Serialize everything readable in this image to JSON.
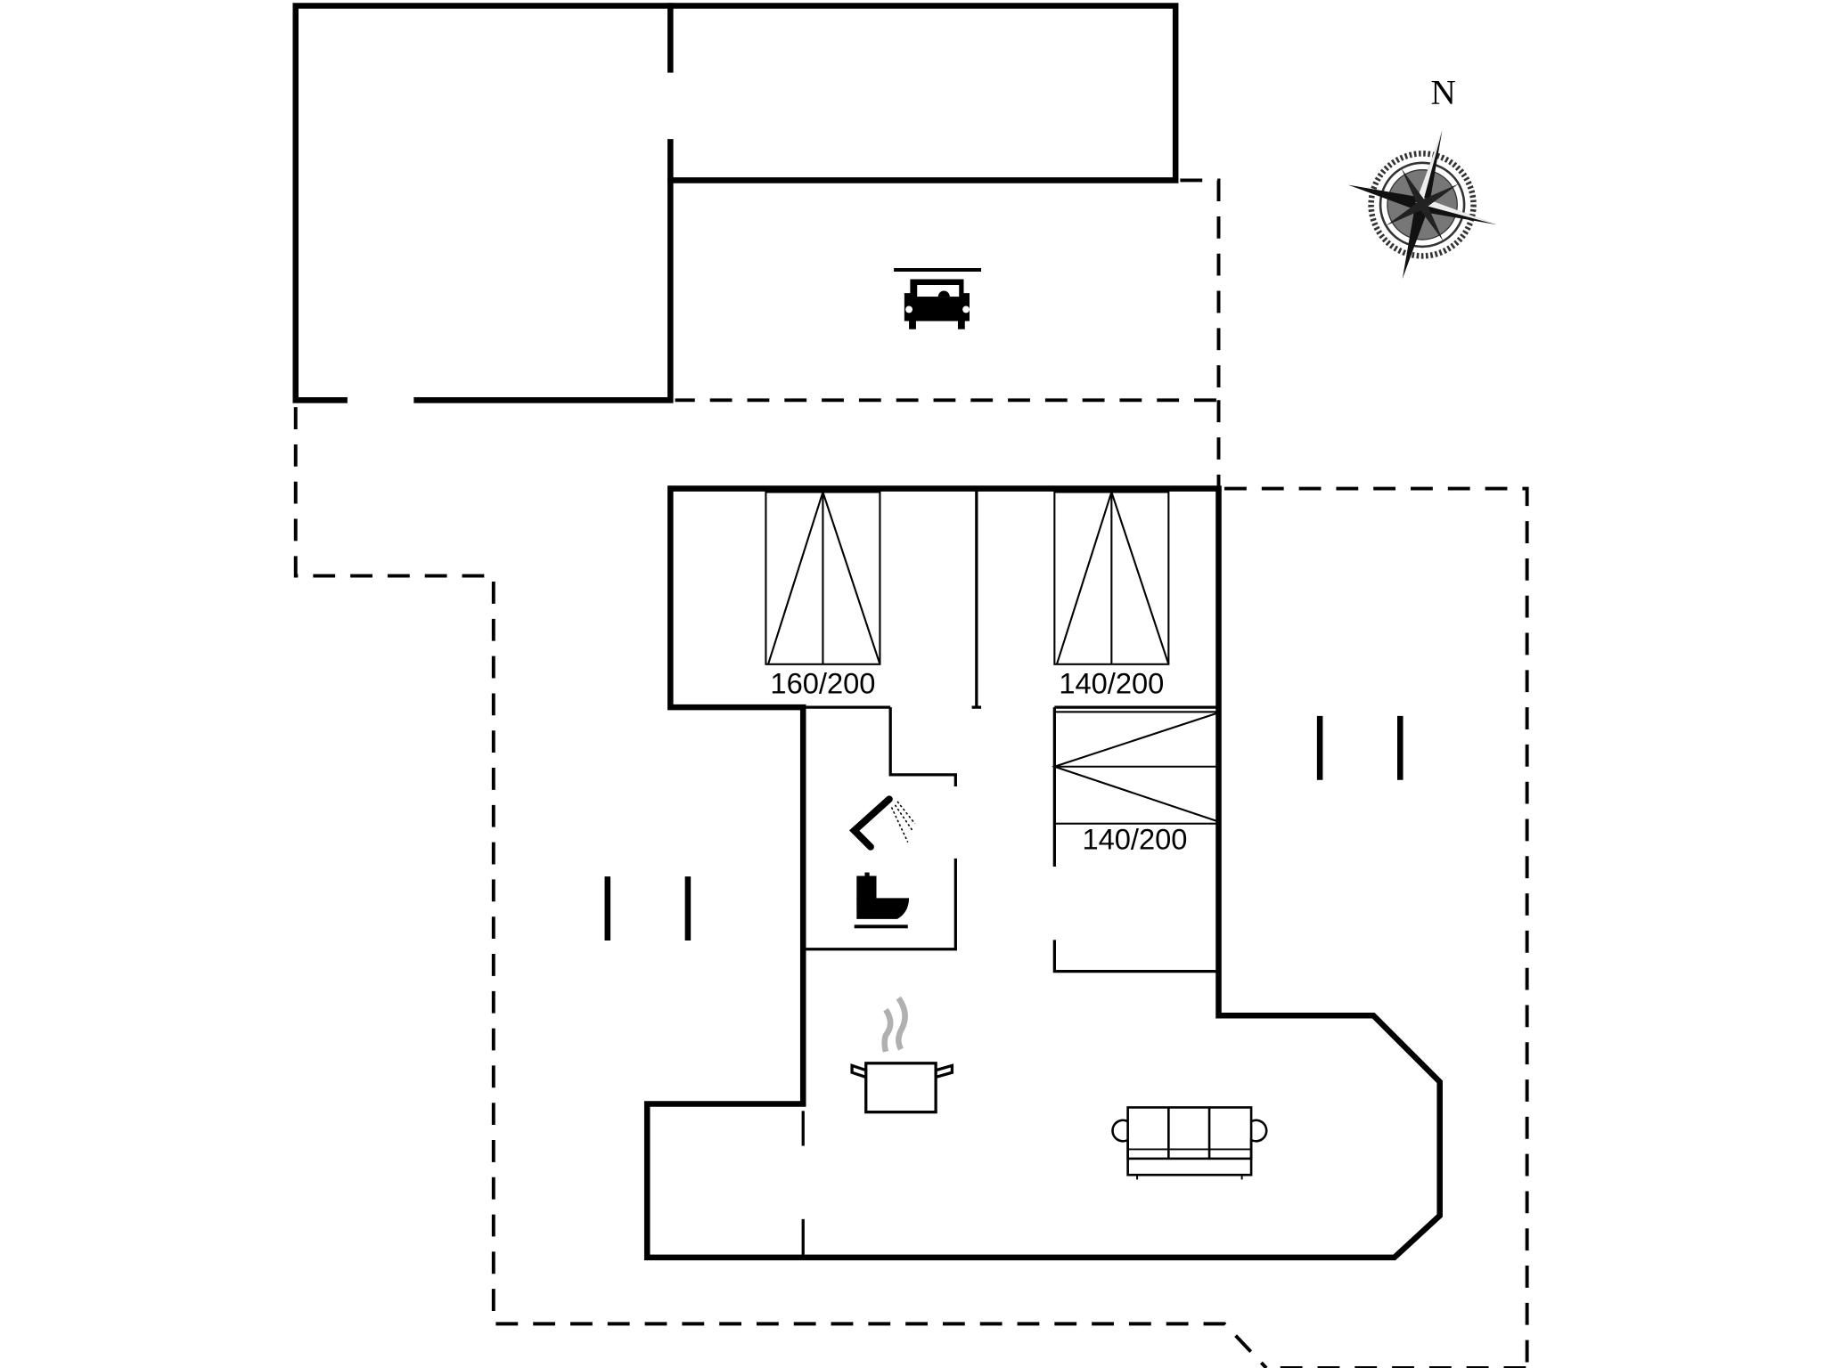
{
  "diagram": {
    "type": "floor-plan",
    "compass": {
      "label": "N"
    },
    "rooms": [
      {
        "id": "carport",
        "icon": "car-icon"
      },
      {
        "id": "bedroom-1",
        "bed_label": "160/200"
      },
      {
        "id": "bedroom-2",
        "bed_label": "140/200"
      },
      {
        "id": "bedroom-3",
        "bed_label": "140/200"
      },
      {
        "id": "bathroom",
        "icons": [
          "shower-icon",
          "toilet-icon"
        ]
      },
      {
        "id": "kitchen",
        "icon": "cooking-pot-icon"
      },
      {
        "id": "living-room",
        "icon": "sofa-icon"
      }
    ],
    "colors": {
      "wall": "#000000",
      "background": "#ffffff",
      "steam": "#b0b0b0"
    }
  }
}
